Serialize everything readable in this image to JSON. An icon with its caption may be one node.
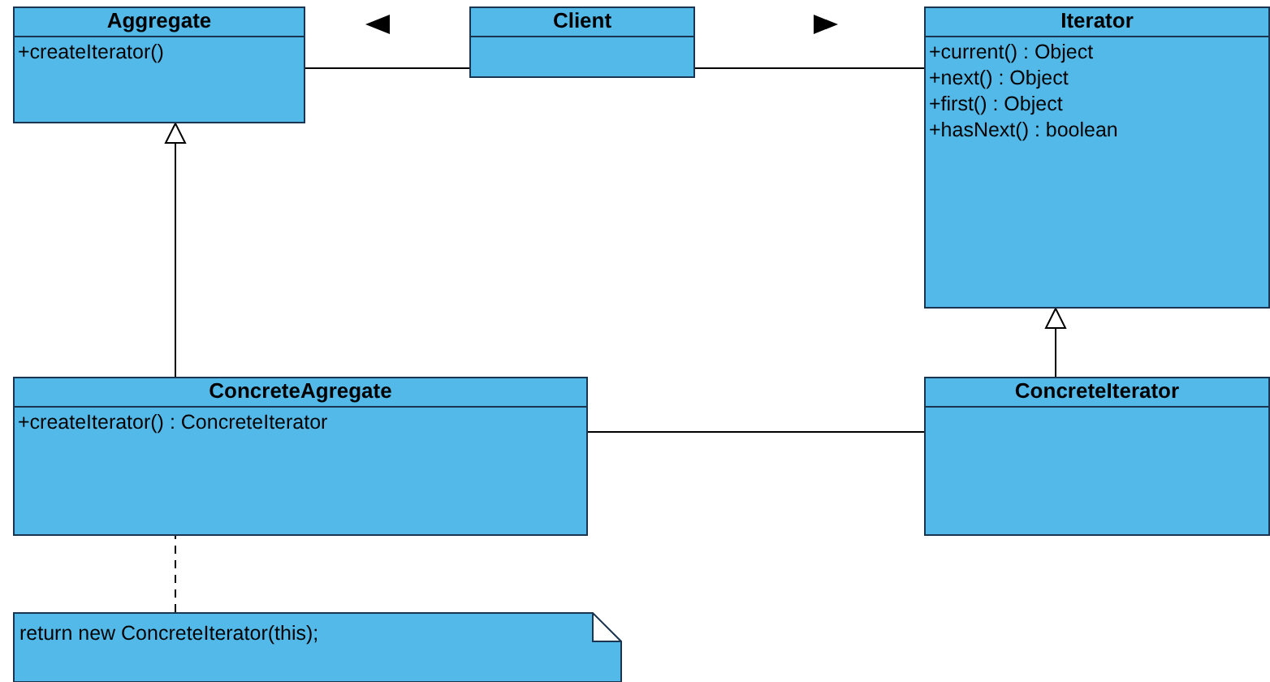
{
  "diagram": {
    "nodes": [
      {
        "text": [
          "Aggregate",
          "+createIterator()"
        ]
      },
      {
        "text": [
          "Client"
        ]
      },
      {
        "text": [
          "Iterator",
          "+current() : Object",
          "+next() : Object",
          "+first() : Object",
          "+hasNext() : boolean"
        ]
      },
      {
        "text": [
          "ConcreteAgregate",
          "+createIterator() : ConcreteIterator"
        ]
      },
      {
        "text": [
          "ConcreteIterator"
        ]
      },
      {
        "text": [
          "return new ConcreteIterator(this);"
        ]
      }
    ],
    "edges": [
      {
        "from": 1,
        "to": 0,
        "arrow": "none"
      },
      {
        "from": 1,
        "to": 2,
        "arrow": "none"
      },
      {
        "from": 3,
        "to": 0,
        "arrow": "to"
      },
      {
        "from": 4,
        "to": 2,
        "arrow": "to"
      },
      {
        "from": 3,
        "to": 4,
        "arrow": "none"
      },
      {
        "from": 5,
        "to": 3,
        "arrow": "none",
        "style": "dashed"
      }
    ]
  }
}
